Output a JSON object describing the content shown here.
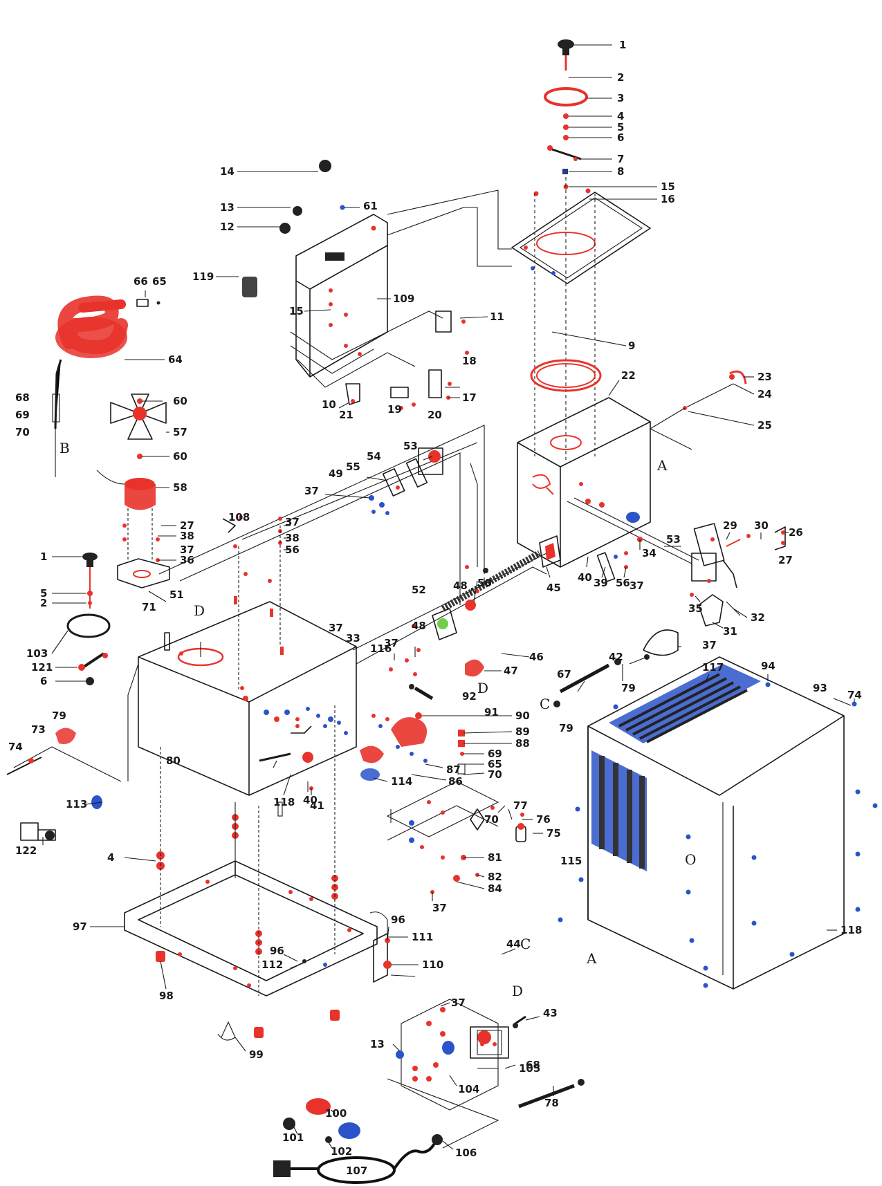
{
  "callouts": [
    {
      "id": "c1",
      "text": "1"
    },
    {
      "id": "c2",
      "text": "2"
    },
    {
      "id": "c3",
      "text": "3"
    },
    {
      "id": "c4",
      "text": "4"
    },
    {
      "id": "c5",
      "text": "5"
    },
    {
      "id": "c6",
      "text": "6"
    },
    {
      "id": "c7",
      "text": "7"
    },
    {
      "id": "c8",
      "text": "8"
    },
    {
      "id": "c15",
      "text": "15"
    },
    {
      "id": "c16",
      "text": "16"
    },
    {
      "id": "c14",
      "text": "14"
    },
    {
      "id": "c13",
      "text": "13"
    },
    {
      "id": "c12",
      "text": "12"
    },
    {
      "id": "c61",
      "text": "61"
    },
    {
      "id": "c119",
      "text": "119"
    },
    {
      "id": "c66",
      "text": "66"
    },
    {
      "id": "c65",
      "text": "65"
    },
    {
      "id": "c64",
      "text": "64"
    },
    {
      "id": "c15b",
      "text": "15"
    },
    {
      "id": "c109",
      "text": "109"
    },
    {
      "id": "c11",
      "text": "11"
    },
    {
      "id": "c9",
      "text": "9"
    },
    {
      "id": "c18",
      "text": "18"
    },
    {
      "id": "c17",
      "text": "17"
    },
    {
      "id": "c10",
      "text": "10"
    },
    {
      "id": "c21",
      "text": "21"
    },
    {
      "id": "c19",
      "text": "19"
    },
    {
      "id": "c20",
      "text": "20"
    },
    {
      "id": "c22",
      "text": "22"
    },
    {
      "id": "c23",
      "text": "23"
    },
    {
      "id": "c24",
      "text": "24"
    },
    {
      "id": "c25",
      "text": "25"
    },
    {
      "id": "c68",
      "text": "68"
    },
    {
      "id": "c69",
      "text": "69"
    },
    {
      "id": "c70",
      "text": "70"
    },
    {
      "id": "c60",
      "text": "60"
    },
    {
      "id": "c57",
      "text": "57"
    },
    {
      "id": "c60b",
      "text": "60"
    },
    {
      "id": "c58",
      "text": "58"
    },
    {
      "id": "c53",
      "text": "53"
    },
    {
      "id": "c54",
      "text": "54"
    },
    {
      "id": "c55",
      "text": "55"
    },
    {
      "id": "c49",
      "text": "49"
    },
    {
      "id": "c37",
      "text": "37"
    },
    {
      "id": "c27",
      "text": "27"
    },
    {
      "id": "c108",
      "text": "108"
    },
    {
      "id": "c37b",
      "text": "37"
    },
    {
      "id": "c38",
      "text": "38"
    },
    {
      "id": "c36",
      "text": "36"
    },
    {
      "id": "c38b",
      "text": "38"
    },
    {
      "id": "c56",
      "text": "56"
    },
    {
      "id": "c37c",
      "text": "37"
    },
    {
      "id": "c51",
      "text": "51"
    },
    {
      "id": "c1b",
      "text": "1"
    },
    {
      "id": "c5b",
      "text": "5"
    },
    {
      "id": "c2b",
      "text": "2"
    },
    {
      "id": "c103",
      "text": "103"
    },
    {
      "id": "c121",
      "text": "121"
    },
    {
      "id": "c6b",
      "text": "6"
    },
    {
      "id": "c71",
      "text": "71"
    },
    {
      "id": "c40",
      "text": "40"
    },
    {
      "id": "c53b",
      "text": "53"
    },
    {
      "id": "c29",
      "text": "29"
    },
    {
      "id": "c30",
      "text": "30"
    },
    {
      "id": "c26",
      "text": "26"
    },
    {
      "id": "c34",
      "text": "34"
    },
    {
      "id": "c39",
      "text": "39"
    },
    {
      "id": "c56b",
      "text": "56"
    },
    {
      "id": "c37d",
      "text": "37"
    },
    {
      "id": "c35",
      "text": "35"
    },
    {
      "id": "c32",
      "text": "32"
    },
    {
      "id": "c31",
      "text": "31"
    },
    {
      "id": "c27b",
      "text": "27"
    },
    {
      "id": "c37e",
      "text": "37"
    },
    {
      "id": "c48",
      "text": "48"
    },
    {
      "id": "c52",
      "text": "52"
    },
    {
      "id": "c50",
      "text": "50"
    },
    {
      "id": "c45",
      "text": "45"
    },
    {
      "id": "c46",
      "text": "46"
    },
    {
      "id": "c48b",
      "text": "48"
    },
    {
      "id": "c37f",
      "text": "37"
    },
    {
      "id": "c47",
      "text": "47"
    },
    {
      "id": "c42",
      "text": "42"
    },
    {
      "id": "c37g",
      "text": "37"
    },
    {
      "id": "c33",
      "text": "33"
    },
    {
      "id": "c116",
      "text": "116"
    },
    {
      "id": "c92",
      "text": "92"
    },
    {
      "id": "c91",
      "text": "91"
    },
    {
      "id": "c67",
      "text": "67"
    },
    {
      "id": "c79",
      "text": "79"
    },
    {
      "id": "c117",
      "text": "117"
    },
    {
      "id": "c94",
      "text": "94"
    },
    {
      "id": "c93",
      "text": "93"
    },
    {
      "id": "c74",
      "text": "74"
    },
    {
      "id": "c79b",
      "text": "79"
    },
    {
      "id": "c79c",
      "text": "79"
    },
    {
      "id": "c74b",
      "text": "74"
    },
    {
      "id": "c73",
      "text": "73"
    },
    {
      "id": "c80",
      "text": "80"
    },
    {
      "id": "c90",
      "text": "90"
    },
    {
      "id": "c89",
      "text": "89"
    },
    {
      "id": "c88",
      "text": "88"
    },
    {
      "id": "c69b",
      "text": "69"
    },
    {
      "id": "c65b",
      "text": "65"
    },
    {
      "id": "c70b",
      "text": "70"
    },
    {
      "id": "c87",
      "text": "87"
    },
    {
      "id": "c86",
      "text": "86"
    },
    {
      "id": "c114",
      "text": "114"
    },
    {
      "id": "c113",
      "text": "113"
    },
    {
      "id": "c40b",
      "text": "40"
    },
    {
      "id": "c41",
      "text": "41"
    },
    {
      "id": "c118",
      "text": "118"
    },
    {
      "id": "c122",
      "text": "122"
    },
    {
      "id": "c77",
      "text": "77"
    },
    {
      "id": "c76",
      "text": "76"
    },
    {
      "id": "c70c",
      "text": "70"
    },
    {
      "id": "c75",
      "text": "75"
    },
    {
      "id": "c81",
      "text": "81"
    },
    {
      "id": "c82",
      "text": "82"
    },
    {
      "id": "c84",
      "text": "84"
    },
    {
      "id": "c115",
      "text": "115"
    },
    {
      "id": "c4b",
      "text": "4"
    },
    {
      "id": "c37h",
      "text": "37"
    },
    {
      "id": "c97",
      "text": "97"
    },
    {
      "id": "c96",
      "text": "96"
    },
    {
      "id": "c96b",
      "text": "96"
    },
    {
      "id": "c112",
      "text": "112"
    },
    {
      "id": "c111",
      "text": "111"
    },
    {
      "id": "c110",
      "text": "110"
    },
    {
      "id": "c44",
      "text": "44"
    },
    {
      "id": "c98",
      "text": "98"
    },
    {
      "id": "c118b",
      "text": "118"
    },
    {
      "id": "c37i",
      "text": "37"
    },
    {
      "id": "c43",
      "text": "43"
    },
    {
      "id": "c78",
      "text": "78"
    },
    {
      "id": "c99",
      "text": "99"
    },
    {
      "id": "c13b",
      "text": "13"
    },
    {
      "id": "c105",
      "text": "105"
    },
    {
      "id": "c68b",
      "text": "68"
    },
    {
      "id": "c104",
      "text": "104"
    },
    {
      "id": "c100",
      "text": "100"
    },
    {
      "id": "c101",
      "text": "101"
    },
    {
      "id": "c102",
      "text": "102"
    },
    {
      "id": "c106",
      "text": "106"
    },
    {
      "id": "c107",
      "text": "107"
    }
  ],
  "letters": [
    {
      "id": "lA",
      "text": "A"
    },
    {
      "id": "lB",
      "text": "B"
    },
    {
      "id": "lD",
      "text": "D"
    },
    {
      "id": "lC",
      "text": "C"
    },
    {
      "id": "lC2",
      "text": "C"
    },
    {
      "id": "lD2",
      "text": "D"
    },
    {
      "id": "lA2",
      "text": "A"
    },
    {
      "id": "lO",
      "text": "O"
    },
    {
      "id": "lD3",
      "text": "D"
    }
  ],
  "colors": {
    "highlight_red": "#e8332c",
    "highlight_blue": "#2b54c9",
    "ink": "#1a1a1a"
  }
}
